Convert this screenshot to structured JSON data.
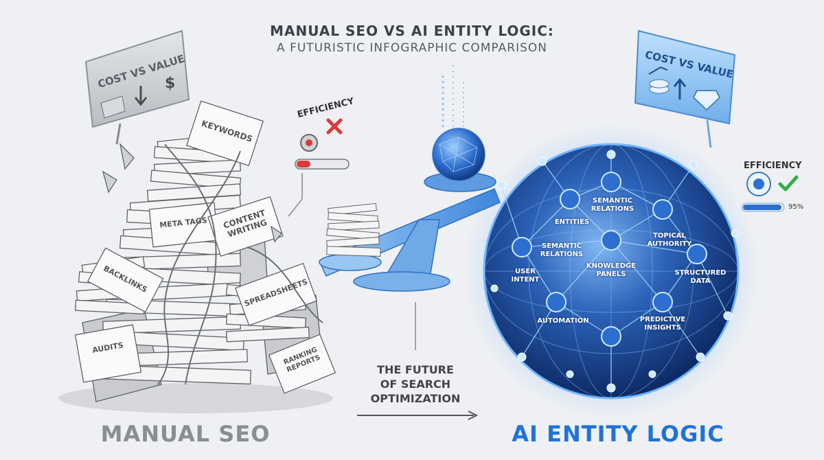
{
  "title": {
    "main": "MANUAL SEO VS AI ENTITY LOGIC:",
    "sub": "A FUTURISTIC INFOGRAPHIC COMPARISON"
  },
  "left": {
    "heading": "MANUAL SEO",
    "sign_label": "COST VS VALUE",
    "efficiency_label": "EFFICIENCY",
    "paper_labels": {
      "keywords": "KEYWORDS",
      "meta_tags": "META TAGS",
      "content_writing_1": "CONTENT",
      "content_writing_2": "WRITING",
      "backlinks": "BACKLINKS",
      "spreadsheets": "SPREADSHEETS",
      "audits": "AUDITS",
      "ranking_1": "RANKING",
      "ranking_2": "REPORTS"
    }
  },
  "center": {
    "line1": "THE FUTURE",
    "line2": "OF SEARCH",
    "line3": "OPTIMIZATION"
  },
  "right": {
    "heading": "AI ENTITY LOGIC",
    "sign_label": "COST VS VALUE",
    "efficiency_label": "EFFICIENCY",
    "efficiency_value": "95%",
    "nodes": {
      "entities": "ENTITIES",
      "semantic_relations_top_1": "SEMANTIC",
      "semantic_relations_top_2": "RELATIONS",
      "semantic_relations_left_1": "SEMANTIC",
      "semantic_relations_left_2": "RELATIONS",
      "topical_authority_1": "TOPICAL",
      "topical_authority_2": "AUTHORITY",
      "user_intent_1": "USER",
      "user_intent_2": "INTENT",
      "knowledge_panels_1": "KNOWLEDGE",
      "knowledge_panels_2": "PANELS",
      "structured_data_1": "STRUCTURED",
      "structured_data_2": "DATA",
      "automation": "AUTOMATION",
      "predictive_insights_1": "PREDICTIVE",
      "predictive_insights_2": "INSIGHTS"
    }
  },
  "colors": {
    "accent_blue": "#1f73d8",
    "manual_gray": "#8a8d92",
    "error_red": "#d93a3a",
    "ok_green": "#2fae4a"
  }
}
